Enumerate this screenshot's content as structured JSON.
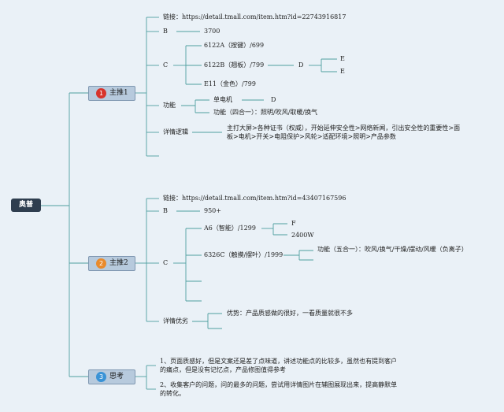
{
  "root": {
    "label": "奥普"
  },
  "colors": {
    "badge1": "#d7342c",
    "badge2": "#e98a2c",
    "badge3": "#3a93d6",
    "line": "#4f9f9f"
  },
  "branches": [
    {
      "number": "1",
      "label": "主推1",
      "items": {
        "link": "链接：https://detail.tmall.com/item.htm?id=22743916817",
        "b_label": "B",
        "b_value": "3700",
        "c_label": "C",
        "c_sub": [
          "6122A（按键）/699",
          "6122B（翘板）/799",
          "E11（金色）/799"
        ],
        "d_label": "D",
        "e_labels": [
          "E",
          "E"
        ],
        "func_label": "功能",
        "func_sub1": "单电机",
        "func_sub1_d": "D",
        "func_sub2": "功能（四合一）：照明/吹风/取暖/换气",
        "detail_label": "详情逻辑",
        "detail_text": "主打大屏>各种证书（权威），开始延伸安全性>网络新闻，引出安全性的重要性>面板>电机>开关>电阻保护>风轮>适配环境>照明>产品参数"
      }
    },
    {
      "number": "2",
      "label": "主推2",
      "items": {
        "link": "链接：https://detail.tmall.com/item.htm?id=43407167596",
        "b_label": "B",
        "b_value": "950+",
        "c_label": "C",
        "c_sub": [
          "A6（智能）/1299",
          "6326C（触摸/摆叶）/1999"
        ],
        "a6_sub": [
          "F",
          "2400W"
        ],
        "c6326_func": "功能（五合一）：吹风/换气/干燥/摆动/风暖（负离子）",
        "detail_label": "详情优劣",
        "detail_text": "优势：产品质感做的很好，一看质量就很不多"
      }
    },
    {
      "number": "3",
      "label": "思考",
      "notes": [
        "1、页面质感好，但是文案还是差了点味道，讲述功能点的比较多，虽然也有提到客户的痛点，但是没有记忆点，产品修图值得参考",
        "2、收集客户的问题，问的最多的问题，尝试用详情图片在辅图展现出来，提高静默单的转化。"
      ]
    }
  ]
}
